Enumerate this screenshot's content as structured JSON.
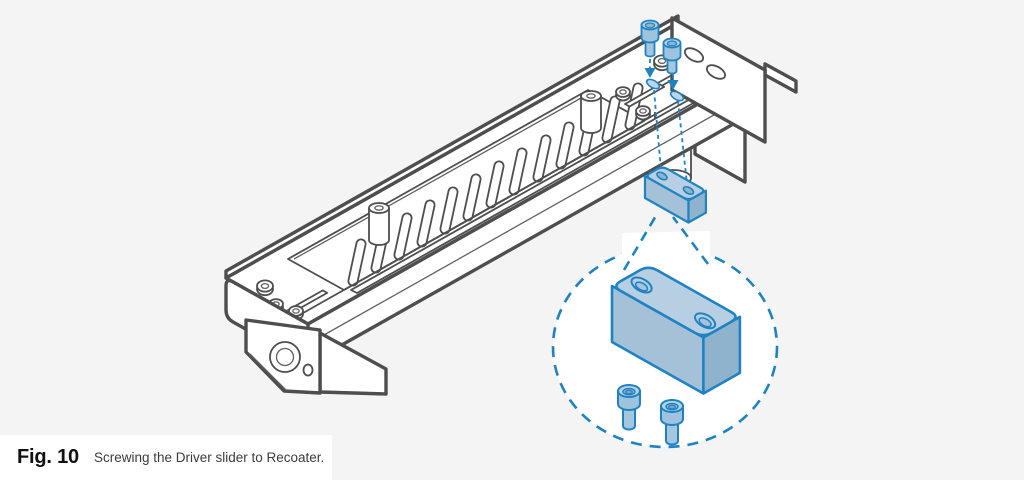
{
  "figure": {
    "label": "Fig. 10",
    "caption": "Screwing the Driver slider to Recoater."
  },
  "colors": {
    "background": "#f4f4f4",
    "line_art": "#4e4e4e",
    "accent_blue": "#1f83c3",
    "part_fill_top": "#b7cfe2",
    "part_fill_front": "#a4c1d8",
    "part_fill_side": "#90b3cd",
    "surface": "#ffffff"
  },
  "parts": {
    "rail": "recoater-rail",
    "slider": "driver-slider-block",
    "screws": "socket-head-screws",
    "callout": "detail-callout-bubble"
  }
}
